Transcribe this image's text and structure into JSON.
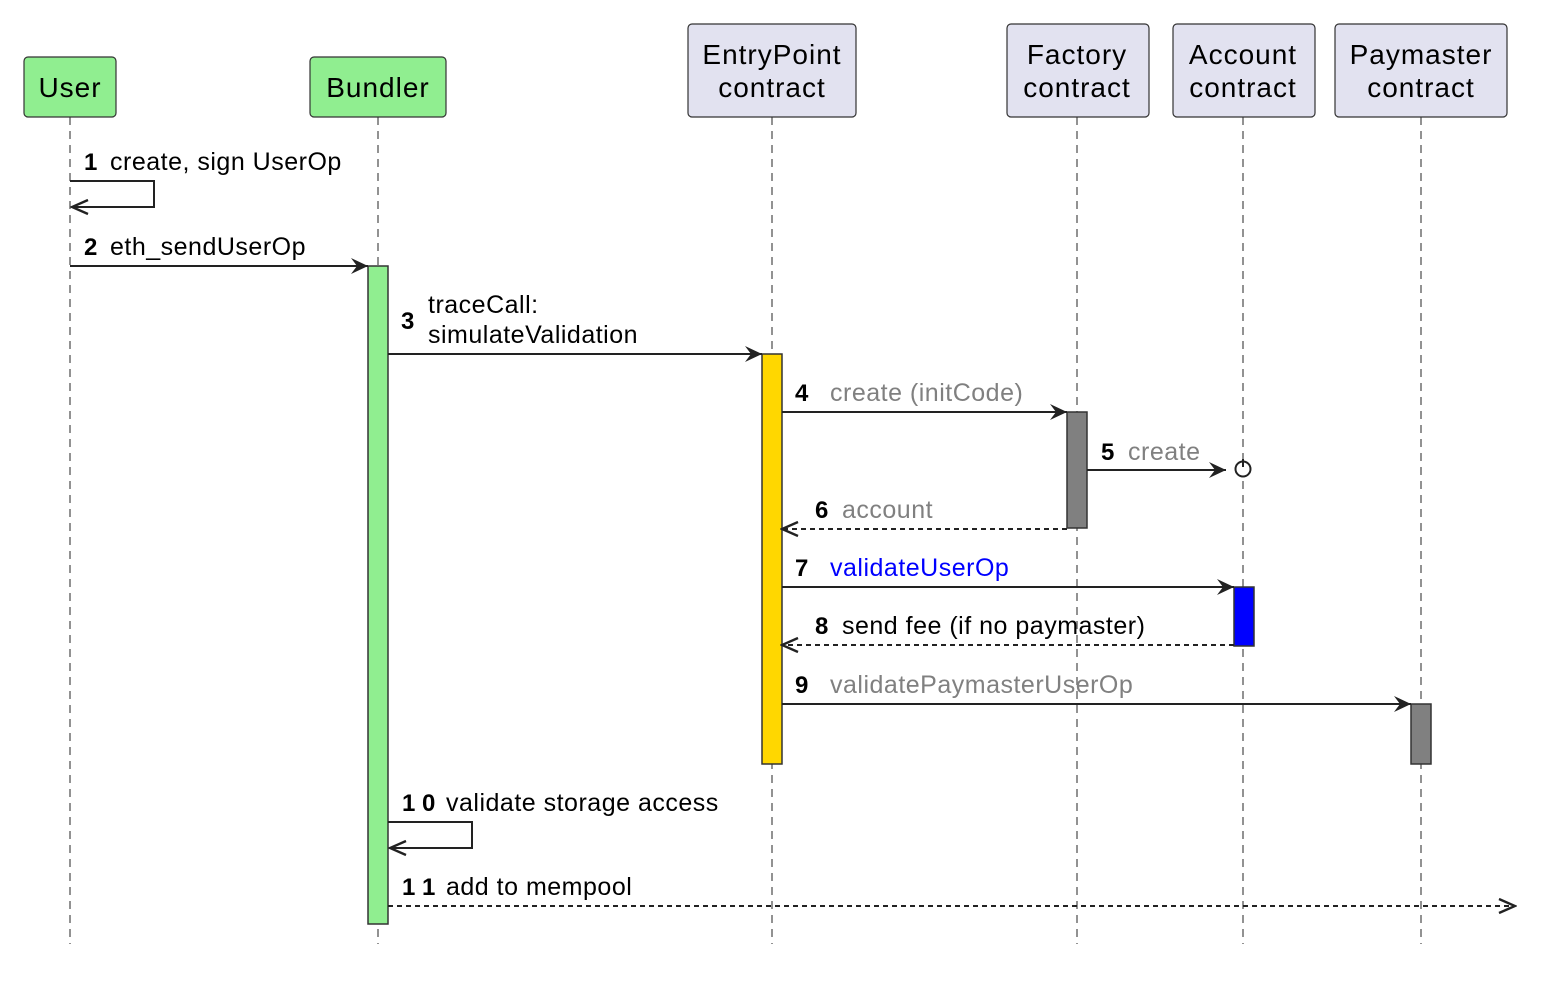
{
  "participants": [
    {
      "id": "user",
      "lines": [
        "User"
      ],
      "fill": "#90EE90"
    },
    {
      "id": "bundler",
      "lines": [
        "Bundler"
      ],
      "fill": "#90EE90"
    },
    {
      "id": "entrypoint",
      "lines": [
        "EntryPoint",
        "contract"
      ],
      "fill": "#E2E2F0"
    },
    {
      "id": "factory",
      "lines": [
        "Factory",
        "contract"
      ],
      "fill": "#E2E2F0"
    },
    {
      "id": "account",
      "lines": [
        "Account",
        "contract"
      ],
      "fill": "#E2E2F0"
    },
    {
      "id": "paymaster",
      "lines": [
        "Paymaster",
        "contract"
      ],
      "fill": "#E2E2F0"
    }
  ],
  "activations": [
    {
      "participant": "bundler",
      "color": "#90EE90"
    },
    {
      "participant": "entrypoint",
      "color": "#FFD700"
    },
    {
      "participant": "factory",
      "color": "#808080"
    },
    {
      "participant": "account",
      "color": "#0000FF"
    },
    {
      "participant": "paymaster",
      "color": "#808080"
    }
  ],
  "messages": [
    {
      "num": "1",
      "lines": [
        "create, sign UserOp"
      ],
      "from": "user",
      "to": "user",
      "style": "self",
      "color": "#000000"
    },
    {
      "num": "2",
      "lines": [
        "eth_sendUserOp"
      ],
      "from": "user",
      "to": "bundler",
      "style": "solid",
      "color": "#000000"
    },
    {
      "num": "3",
      "lines": [
        "traceCall:",
        "simulateValidation"
      ],
      "from": "bundler",
      "to": "entrypoint",
      "style": "solid",
      "color": "#000000"
    },
    {
      "num": "4",
      "lines": [
        "create (initCode)"
      ],
      "from": "entrypoint",
      "to": "factory",
      "style": "solid",
      "color": "#808080"
    },
    {
      "num": "5",
      "lines": [
        "create"
      ],
      "from": "factory",
      "to": "account",
      "style": "create",
      "color": "#808080"
    },
    {
      "num": "6",
      "lines": [
        "account"
      ],
      "from": "factory",
      "to": "entrypoint",
      "style": "dashed",
      "color": "#808080"
    },
    {
      "num": "7",
      "lines": [
        "validateUserOp"
      ],
      "from": "entrypoint",
      "to": "account",
      "style": "solid",
      "color": "#0000FF"
    },
    {
      "num": "8",
      "lines": [
        "send fee (if no paymaster)"
      ],
      "from": "account",
      "to": "entrypoint",
      "style": "dashed",
      "color": "#000000"
    },
    {
      "num": "9",
      "lines": [
        "validatePaymasterUserOp"
      ],
      "from": "entrypoint",
      "to": "paymaster",
      "style": "solid",
      "color": "#808080"
    },
    {
      "num": "1 0",
      "lines": [
        "validate storage access"
      ],
      "from": "bundler",
      "to": "bundler",
      "style": "self",
      "color": "#000000"
    },
    {
      "num": "1 1",
      "lines": [
        "add to mempool"
      ],
      "from": "bundler",
      "to": "outside",
      "style": "dashed",
      "color": "#000000"
    }
  ]
}
